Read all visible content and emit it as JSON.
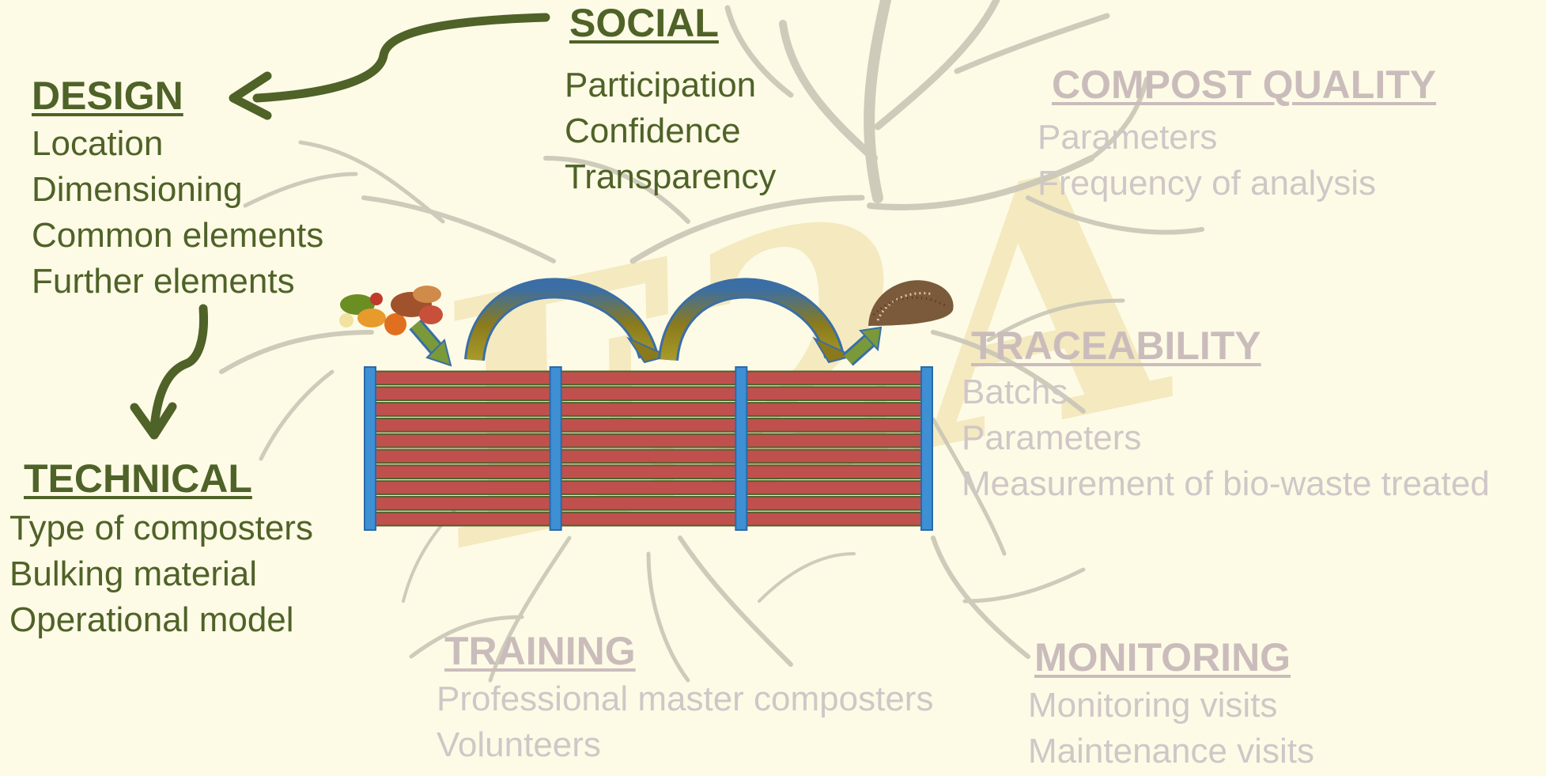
{
  "colors": {
    "background": "#fdfbe6",
    "active_text": "#4f6228",
    "faded_text": "#cbbcbc",
    "arrow": "#4f6228",
    "composter_slat": "#c0504d",
    "composter_post": "#3e8fd4",
    "transfer_arrow": "#8a7a1c"
  },
  "design": {
    "title": "DESIGN",
    "items": [
      "Location",
      "Dimensioning",
      "Common elements",
      "Further elements"
    ]
  },
  "social": {
    "title": "SOCIAL",
    "items": [
      "Participation",
      "Confidence",
      "Transparency"
    ]
  },
  "compost_quality": {
    "title": "COMPOST QUALITY",
    "items": [
      "Parameters",
      "Frequency of analysis"
    ]
  },
  "traceability": {
    "title": "TRACEABILITY",
    "items": [
      "Batchs",
      "Parameters",
      "Measurement of bio-waste treated"
    ]
  },
  "technical": {
    "title": "TECHNICAL",
    "items": [
      "Type of composters",
      "Bulking material",
      "Operational model"
    ]
  },
  "training": {
    "title": "TRAINING",
    "items": [
      "Professional master composters",
      "Volunteers"
    ]
  },
  "monitoring": {
    "title": "MONITORING",
    "items": [
      "Monitoring visits",
      "Maintenance visits"
    ]
  },
  "watermark_logo": "E2A",
  "composter": {
    "bins": 3,
    "slats_per_bin": 10
  }
}
